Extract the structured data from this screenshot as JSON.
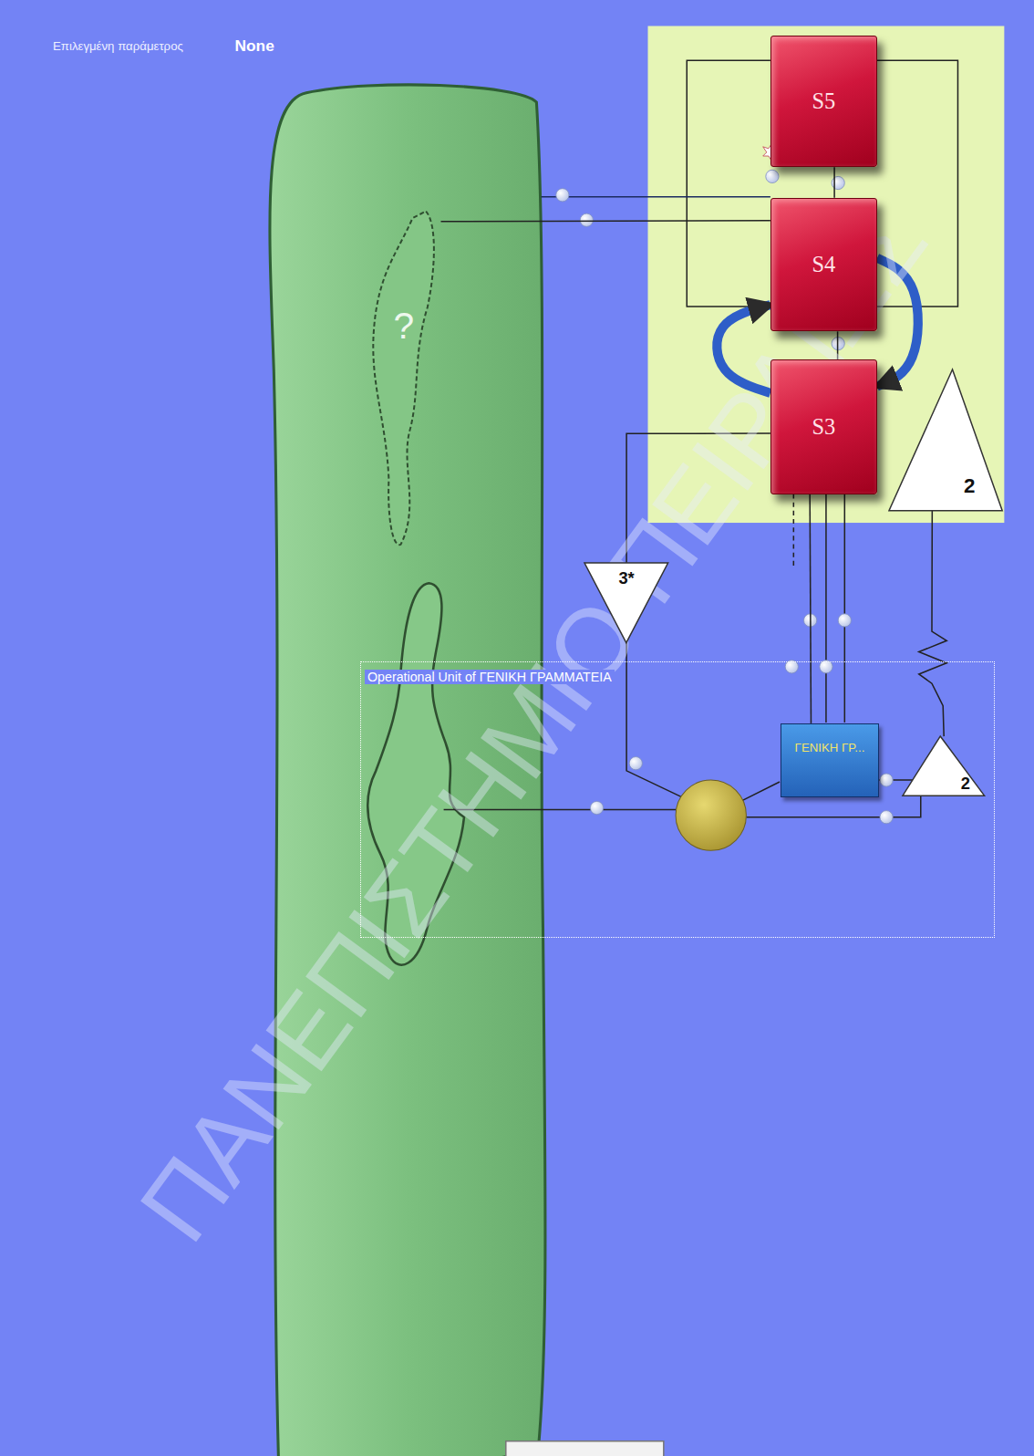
{
  "diagram": {
    "nodes": [
      {
        "text": [
          "?"
        ]
      },
      {
        "text": [
          "S5"
        ]
      },
      {
        "text": [
          "S4"
        ]
      },
      {
        "text": [
          "S3"
        ]
      },
      {
        "text": [
          "2"
        ]
      },
      {
        "text": [
          "3*"
        ]
      },
      {
        "text": [
          "Operational Unit of ΓΕΝΙΚΗ ΓΡΑΜΜΑΤΕΙΑ"
        ]
      },
      {
        "text": [
          "ΓΕΝΙΚΗ ΓΡ..."
        ],
        "in": 6
      },
      {
        "text": [
          "2"
        ],
        "in": 6
      }
    ],
    "edges": [
      {
        "from": 0,
        "to": 2,
        "arrow": "none"
      },
      {
        "from": 1,
        "to": 2,
        "arrow": "none"
      },
      {
        "from": 2,
        "to": 3,
        "arrow": "none"
      },
      {
        "from": 3,
        "to": 2,
        "arrow": "to"
      },
      {
        "from": 2,
        "to": 3,
        "arrow": "to"
      },
      {
        "from": 3,
        "to": 7,
        "arrow": "none"
      },
      {
        "from": 3,
        "to": 5,
        "arrow": "none"
      },
      {
        "from": 4,
        "to": 8,
        "arrow": "none"
      }
    ],
    "labels": [
      "Επιλεγμένη παράμετρος",
      "None",
      "ΠΑΝΕΠΙΣΤΗΜΙΟ ΠΕΙΡΑΙΩΣ"
    ]
  }
}
